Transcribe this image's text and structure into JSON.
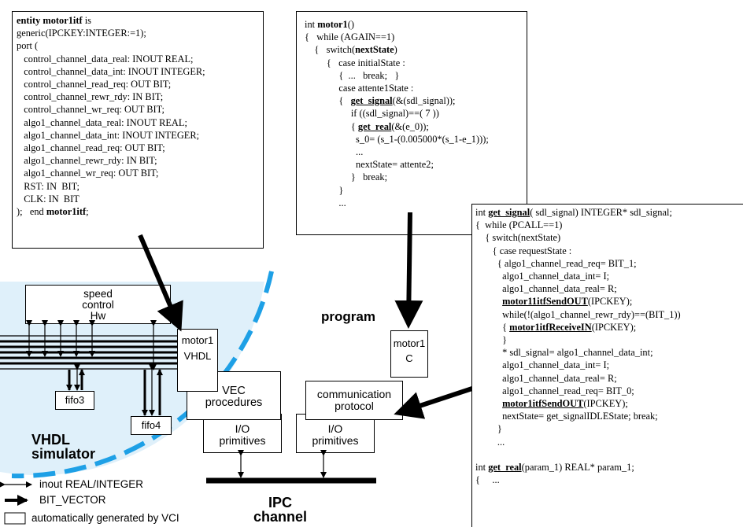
{
  "vhdl_entity": {
    "lines": [
      [
        {
          "t": "entity motor1itf",
          "b": true
        },
        {
          "t": " is"
        }
      ],
      [
        {
          "t": "generic(IPCKEY:INTEGER:=1);"
        }
      ],
      [
        {
          "t": "port ("
        }
      ],
      [
        {
          "t": "   control_channel_data_real: INOUT REAL;"
        }
      ],
      [
        {
          "t": "   control_channel_data_int: INOUT INTEGER;"
        }
      ],
      [
        {
          "t": "   control_channel_read_req: OUT BIT;"
        }
      ],
      [
        {
          "t": "   control_channel_rewr_rdy: IN BIT;"
        }
      ],
      [
        {
          "t": "   control_channel_wr_req: OUT BIT;"
        }
      ],
      [
        {
          "t": "   algo1_channel_data_real: INOUT REAL;"
        }
      ],
      [
        {
          "t": "   algo1_channel_data_int: INOUT INTEGER;"
        }
      ],
      [
        {
          "t": "   algo1_channel_read_req: OUT BIT;"
        }
      ],
      [
        {
          "t": "   algo1_channel_rewr_rdy: IN BIT;"
        }
      ],
      [
        {
          "t": "   algo1_channel_wr_req: OUT BIT;"
        }
      ],
      [
        {
          "t": "   RST: IN  BIT;"
        }
      ],
      [
        {
          "t": "   CLK: IN  BIT"
        }
      ],
      [
        {
          "t": ");   end "
        },
        {
          "t": "motor1itf",
          "b": true
        },
        {
          "t": ";"
        }
      ]
    ]
  },
  "c_program": {
    "lines": [
      [
        {
          "t": "int "
        },
        {
          "t": "motor1",
          "b": true
        },
        {
          "t": "()"
        }
      ],
      [
        {
          "t": "{   while (AGAIN==1)"
        }
      ],
      [
        {
          "t": "    {   switch("
        },
        {
          "t": "nextState",
          "b": true
        },
        {
          "t": ")"
        }
      ],
      [
        {
          "t": "         {   case initialState :"
        }
      ],
      [
        {
          "t": "              {  ...   break;   }"
        }
      ],
      [
        {
          "t": "              case attente1State :"
        }
      ],
      [
        {
          "t": "              {   "
        },
        {
          "t": "get_signal",
          "u": true
        },
        {
          "t": "(&(sdl_signal));"
        }
      ],
      [
        {
          "t": "                   if ((sdl_signal)==( 7 ))"
        }
      ],
      [
        {
          "t": "                   { "
        },
        {
          "t": "get_real",
          "u": true
        },
        {
          "t": "(&(e_0));"
        }
      ],
      [
        {
          "t": "                     s_0= (s_1-(0.005000*(s_1-e_1)));"
        }
      ],
      [
        {
          "t": "                     ..."
        }
      ],
      [
        {
          "t": "                     nextState= attente2;"
        }
      ],
      [
        {
          "t": "                   }   break;"
        }
      ],
      [
        {
          "t": "              }"
        }
      ],
      [
        {
          "t": "              ..."
        }
      ]
    ]
  },
  "get_signal_code": {
    "lines": [
      [
        {
          "t": "int "
        },
        {
          "t": "get_signal",
          "u": true
        },
        {
          "t": "( sdl_signal) INTEGER* sdl_signal;"
        }
      ],
      [
        {
          "t": "{  while (PCALL==1)"
        }
      ],
      [
        {
          "t": "    { switch(nextState)"
        }
      ],
      [
        {
          "t": "       { case requestState :"
        }
      ],
      [
        {
          "t": "         { algo1_channel_read_req= BIT_1;"
        }
      ],
      [
        {
          "t": "           algo1_channel_data_int= I;"
        }
      ],
      [
        {
          "t": "           algo1_channel_data_real= R;"
        }
      ],
      [
        {
          "t": "           "
        },
        {
          "t": "motor11itfSendOUT",
          "u": true
        },
        {
          "t": "(IPCKEY);"
        }
      ],
      [
        {
          "t": "           while(!(algo1_channel_rewr_rdy)==(BIT_1))"
        }
      ],
      [
        {
          "t": "           { "
        },
        {
          "t": "motor1itfReceiveIN",
          "u": true
        },
        {
          "t": "(IPCKEY);"
        }
      ],
      [
        {
          "t": "           }"
        }
      ],
      [
        {
          "t": "           * sdl_signal= algo1_channel_data_int;"
        }
      ],
      [
        {
          "t": "           algo1_channel_data_int= I;"
        }
      ],
      [
        {
          "t": "           algo1_channel_data_real= R;"
        }
      ],
      [
        {
          "t": "           algo1_channel_read_req= BIT_0;"
        }
      ],
      [
        {
          "t": "           "
        },
        {
          "t": "motor1itfSendOUT",
          "u": true
        },
        {
          "t": "(IPCKEY);"
        }
      ],
      [
        {
          "t": "           nextState= get_signalIDLEState; break;"
        }
      ],
      [
        {
          "t": "         }"
        }
      ],
      [
        {
          "t": "         ..."
        }
      ],
      [
        {
          "t": ""
        }
      ],
      [
        {
          "t": "int "
        },
        {
          "t": "get_real",
          "u": true
        },
        {
          "t": "(param_1) REAL* param_1;"
        }
      ],
      [
        {
          "t": "{     ..."
        }
      ]
    ]
  },
  "diagram": {
    "speed_control": "speed\ncontrol\nHw",
    "motor1_vhdl": "motor1\nVHDL",
    "vec_procedures": "VEC\nprocedures",
    "io_prims_left": "I/O\nprimitives",
    "io_prims_right": "I/O\nprimitives",
    "fifo3": "fifo3",
    "fifo4": "fifo4",
    "program_label": "program",
    "motor1_c": "motor1\nC",
    "comm_protocol": "communication\nprotocol",
    "vhdl_sim": "VHDL\nsimulator",
    "ipc_channel": "IPC\nchannel"
  },
  "legend": {
    "inout": "inout REAL/INTEGER",
    "bitvec": "BIT_VECTOR",
    "autogen": "automatically generated by VCI"
  },
  "colors": {
    "simulator_fill": "#dff0fa",
    "simulator_dash": "#1ea0e6"
  }
}
